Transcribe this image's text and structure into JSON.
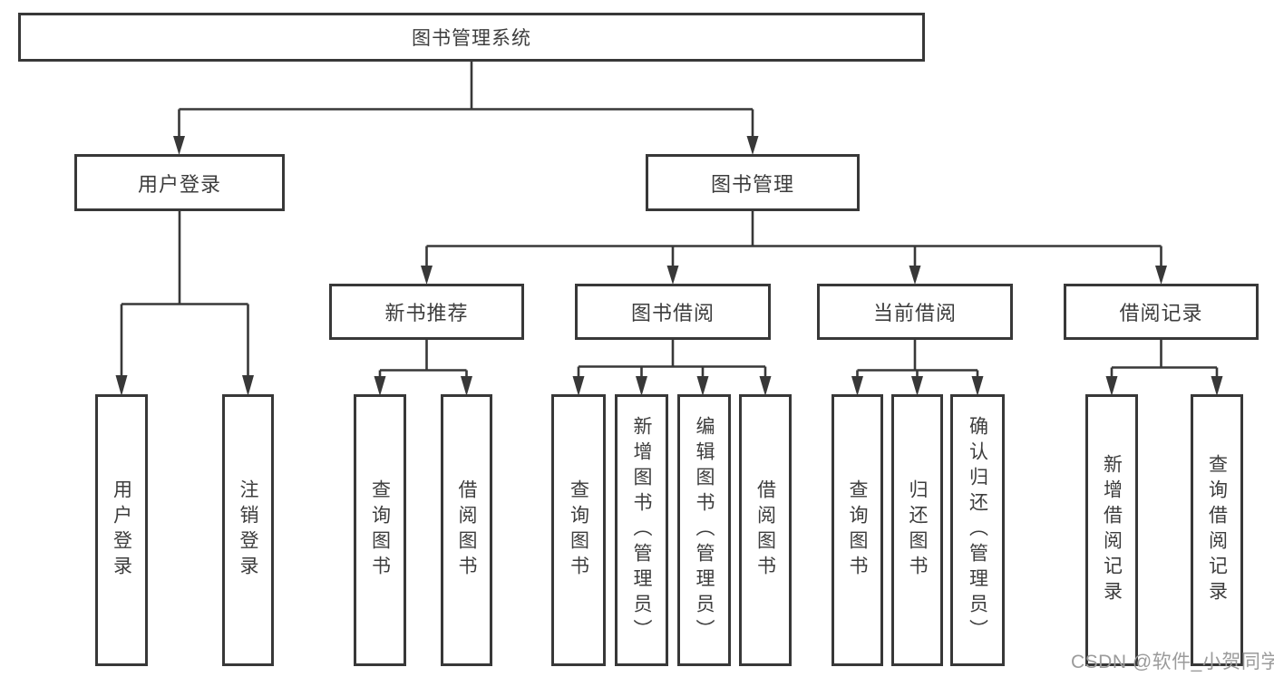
{
  "diagram": {
    "root": {
      "label": "图书管理系统"
    },
    "branches": [
      {
        "label": "用户登录",
        "children": [
          "用户登录",
          "注销登录"
        ]
      },
      {
        "label": "图书管理",
        "groups": [
          {
            "label": "新书推荐",
            "children": [
              "查询图书",
              "借阅图书"
            ]
          },
          {
            "label": "图书借阅",
            "children": [
              "查询图书",
              "新增图书（管理员）",
              "编辑图书（管理员）",
              "借阅图书"
            ]
          },
          {
            "label": "当前借阅",
            "children": [
              "查询图书",
              "归还图书",
              "确认归还（管理员）"
            ]
          },
          {
            "label": "借阅记录",
            "children": [
              "新增借阅记录",
              "查询借阅记录"
            ]
          }
        ]
      }
    ]
  },
  "watermark": {
    "text": "CSDN @软件_小贺同学"
  },
  "colors": {
    "line": "#383838",
    "box_border": "#383838",
    "box_background": "#ffffff",
    "text": "#3d3d3d",
    "watermark": "#9b9b9b"
  }
}
